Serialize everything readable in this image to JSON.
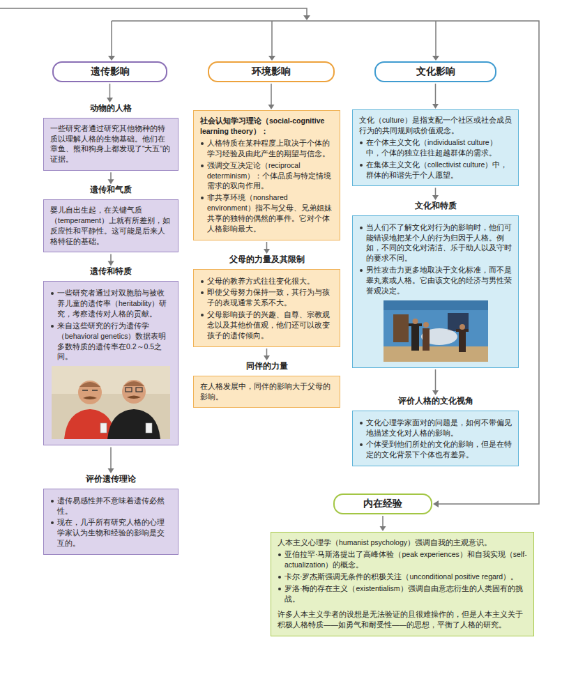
{
  "diagram": {
    "nodes": [
      {
        "text": [
          "遗传影响"
        ]
      },
      {
        "text": [
          "动物的人格",
          "一些研究者通过研究其他物种的特质以理解人格的生物基础。他们在章鱼、熊和狗身上都发现了“大五”的证据。"
        ]
      },
      {
        "text": [
          "遗传和气质",
          "婴儿自出生起，在关键气质（temperament）上就有所差别，如反应性和平静性。这可能是后来人格特征的基础。"
        ]
      },
      {
        "text": [
          "遗传和特质",
          "一些研究者通过对双胞胎与被收养儿童的遗传率（heritability）研究，考察遗传对人格的贡献。",
          "来自这些研究的行为遗传学（behavioral genetics）数据表明多数特质的遗传率在0.2～0.5之间。"
        ]
      },
      {
        "text": [
          "评价遗传理论",
          "遗传易感性并不意味着遗传必然性。",
          "现在，几乎所有研究人格的心理学家认为生物和经验的影响是交互的。"
        ]
      },
      {
        "text": [
          "环境影响"
        ]
      },
      {
        "text": [
          "社会认知学习理论（social-cognitive learning theory）：",
          "人格特质在某种程度上取决于个体的学习经验及由此产生的期望与信念。",
          "强调交互决定论（reciprocal determinism）：个体品质与特定情境需求的双向作用。",
          "非共享环境（nonshared environment）指不与父母、兄弟姐妹共享的独特的偶然的事件。它对个体人格影响最大。"
        ]
      },
      {
        "text": [
          "父母的力量及其限制",
          "父母的教养方式往往变化很大。",
          "即使父母努力保持一致，其行为与孩子的表现通常关系不大。",
          "父母影响孩子的兴趣、自尊、宗教观念以及其他价值观，他们还可以改变孩子的遗传倾向。"
        ]
      },
      {
        "text": [
          "同伴的力量",
          "在人格发展中，同伴的影响大于父母的影响。"
        ]
      },
      {
        "text": [
          "文化影响"
        ]
      },
      {
        "text": [
          "文化（culture）是指支配一个社区或社会成员行为的共同规则或价值观念。",
          "在个体主义文化（individualist culture）中，个体的独立往往超越群体的需求。",
          "在集体主义文化（collectivist culture）中，群体的和谐先于个人愿望。"
        ]
      },
      {
        "text": [
          "文化和特质",
          "当人们不了解文化对行为的影响时，他们可能错误地把某个人的行为归因于人格。例如，不同的文化对清洁、乐于助人以及守时的要求不同。",
          "男性攻击力更多地取决于文化标准，而不是睾丸素或人格。它由该文化的经济与男性荣誉观决定。"
        ]
      },
      {
        "text": [
          "评价人格的文化视角",
          "文化心理学家面对的问题是，如何不带偏见地描述文化对人格的影响。",
          "个体受到他们所处的文化的影响，但是在特定的文化背景下个体也有差异。"
        ]
      },
      {
        "text": [
          "内在经验"
        ]
      },
      {
        "text": [
          "人本主义心理学（humanist psychology）强调自我的主观意识。",
          "亚伯拉罕·马斯洛提出了高峰体验（peak experiences）和自我实现（self-actualization）的概念。",
          "卡尔·罗杰斯强调无条件的积极关注（unconditional positive regard）。",
          "罗洛·梅的存在主义（existentialism）强调自由意志衍生的人类固有的挑战。",
          "许多人本主义学者的设想是无法验证的且很难操作的，但是人本主义关于积极人格特质——如勇气和耐受性——的思想，平衡了人格的研究。"
        ]
      }
    ],
    "edges": [
      {
        "from": 0,
        "to": 1,
        "arrow": "to"
      },
      {
        "from": 1,
        "to": 2,
        "arrow": "to"
      },
      {
        "from": 2,
        "to": 3,
        "arrow": "to"
      },
      {
        "from": 3,
        "to": 4,
        "arrow": "to"
      },
      {
        "from": 5,
        "to": 6,
        "arrow": "to"
      },
      {
        "from": 6,
        "to": 7,
        "arrow": "to"
      },
      {
        "from": 7,
        "to": 8,
        "arrow": "to"
      },
      {
        "from": 9,
        "to": 10,
        "arrow": "to"
      },
      {
        "from": 10,
        "to": 11,
        "arrow": "to"
      },
      {
        "from": 11,
        "to": 12,
        "arrow": "to"
      },
      {
        "from": 13,
        "to": 14,
        "arrow": "to"
      }
    ]
  }
}
